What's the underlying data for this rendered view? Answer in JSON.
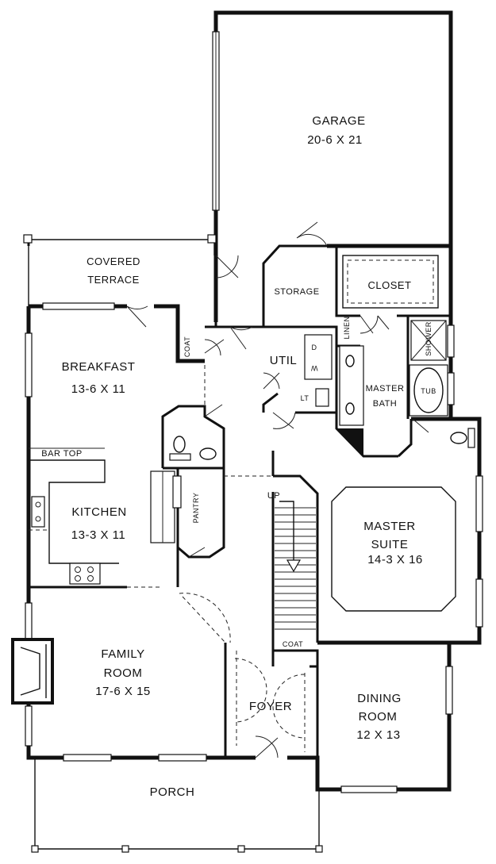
{
  "rooms": {
    "garage": {
      "name": "GARAGE",
      "dims": "20-6 X 21"
    },
    "covered_terrace": {
      "line1": "COVERED",
      "line2": "TERRACE"
    },
    "storage": {
      "name": "STORAGE"
    },
    "closet": {
      "name": "CLOSET"
    },
    "breakfast": {
      "name": "BREAKFAST",
      "dims": "13-6 X 11"
    },
    "coat_upper": {
      "name": "COAT"
    },
    "util": {
      "name": "UTIL"
    },
    "linen": {
      "name": "LINEN"
    },
    "shower": {
      "name": "SHOWER"
    },
    "tub": {
      "name": "TUB"
    },
    "master_bath": {
      "line1": "MASTER",
      "line2": "BATH"
    },
    "lt": {
      "name": "LT"
    },
    "d": {
      "name": "D"
    },
    "w": {
      "name": "W"
    },
    "bar_top": {
      "name": "BAR TOP"
    },
    "kitchen": {
      "name": "KITCHEN",
      "dims": "13-3 X 11"
    },
    "pantry": {
      "name": "PANTRY"
    },
    "up": {
      "name": "UP"
    },
    "master_suite": {
      "line1": "MASTER",
      "line2": "SUITE",
      "dims": "14-3 X 16"
    },
    "coat_lower": {
      "name": "COAT"
    },
    "family_room": {
      "line1": "FAMILY",
      "line2": "ROOM",
      "dims": "17-6 X 15"
    },
    "foyer": {
      "name": "FOYER"
    },
    "dining_room": {
      "line1": "DINING",
      "line2": "ROOM",
      "dims": "12 X 13"
    },
    "porch": {
      "name": "PORCH"
    }
  }
}
